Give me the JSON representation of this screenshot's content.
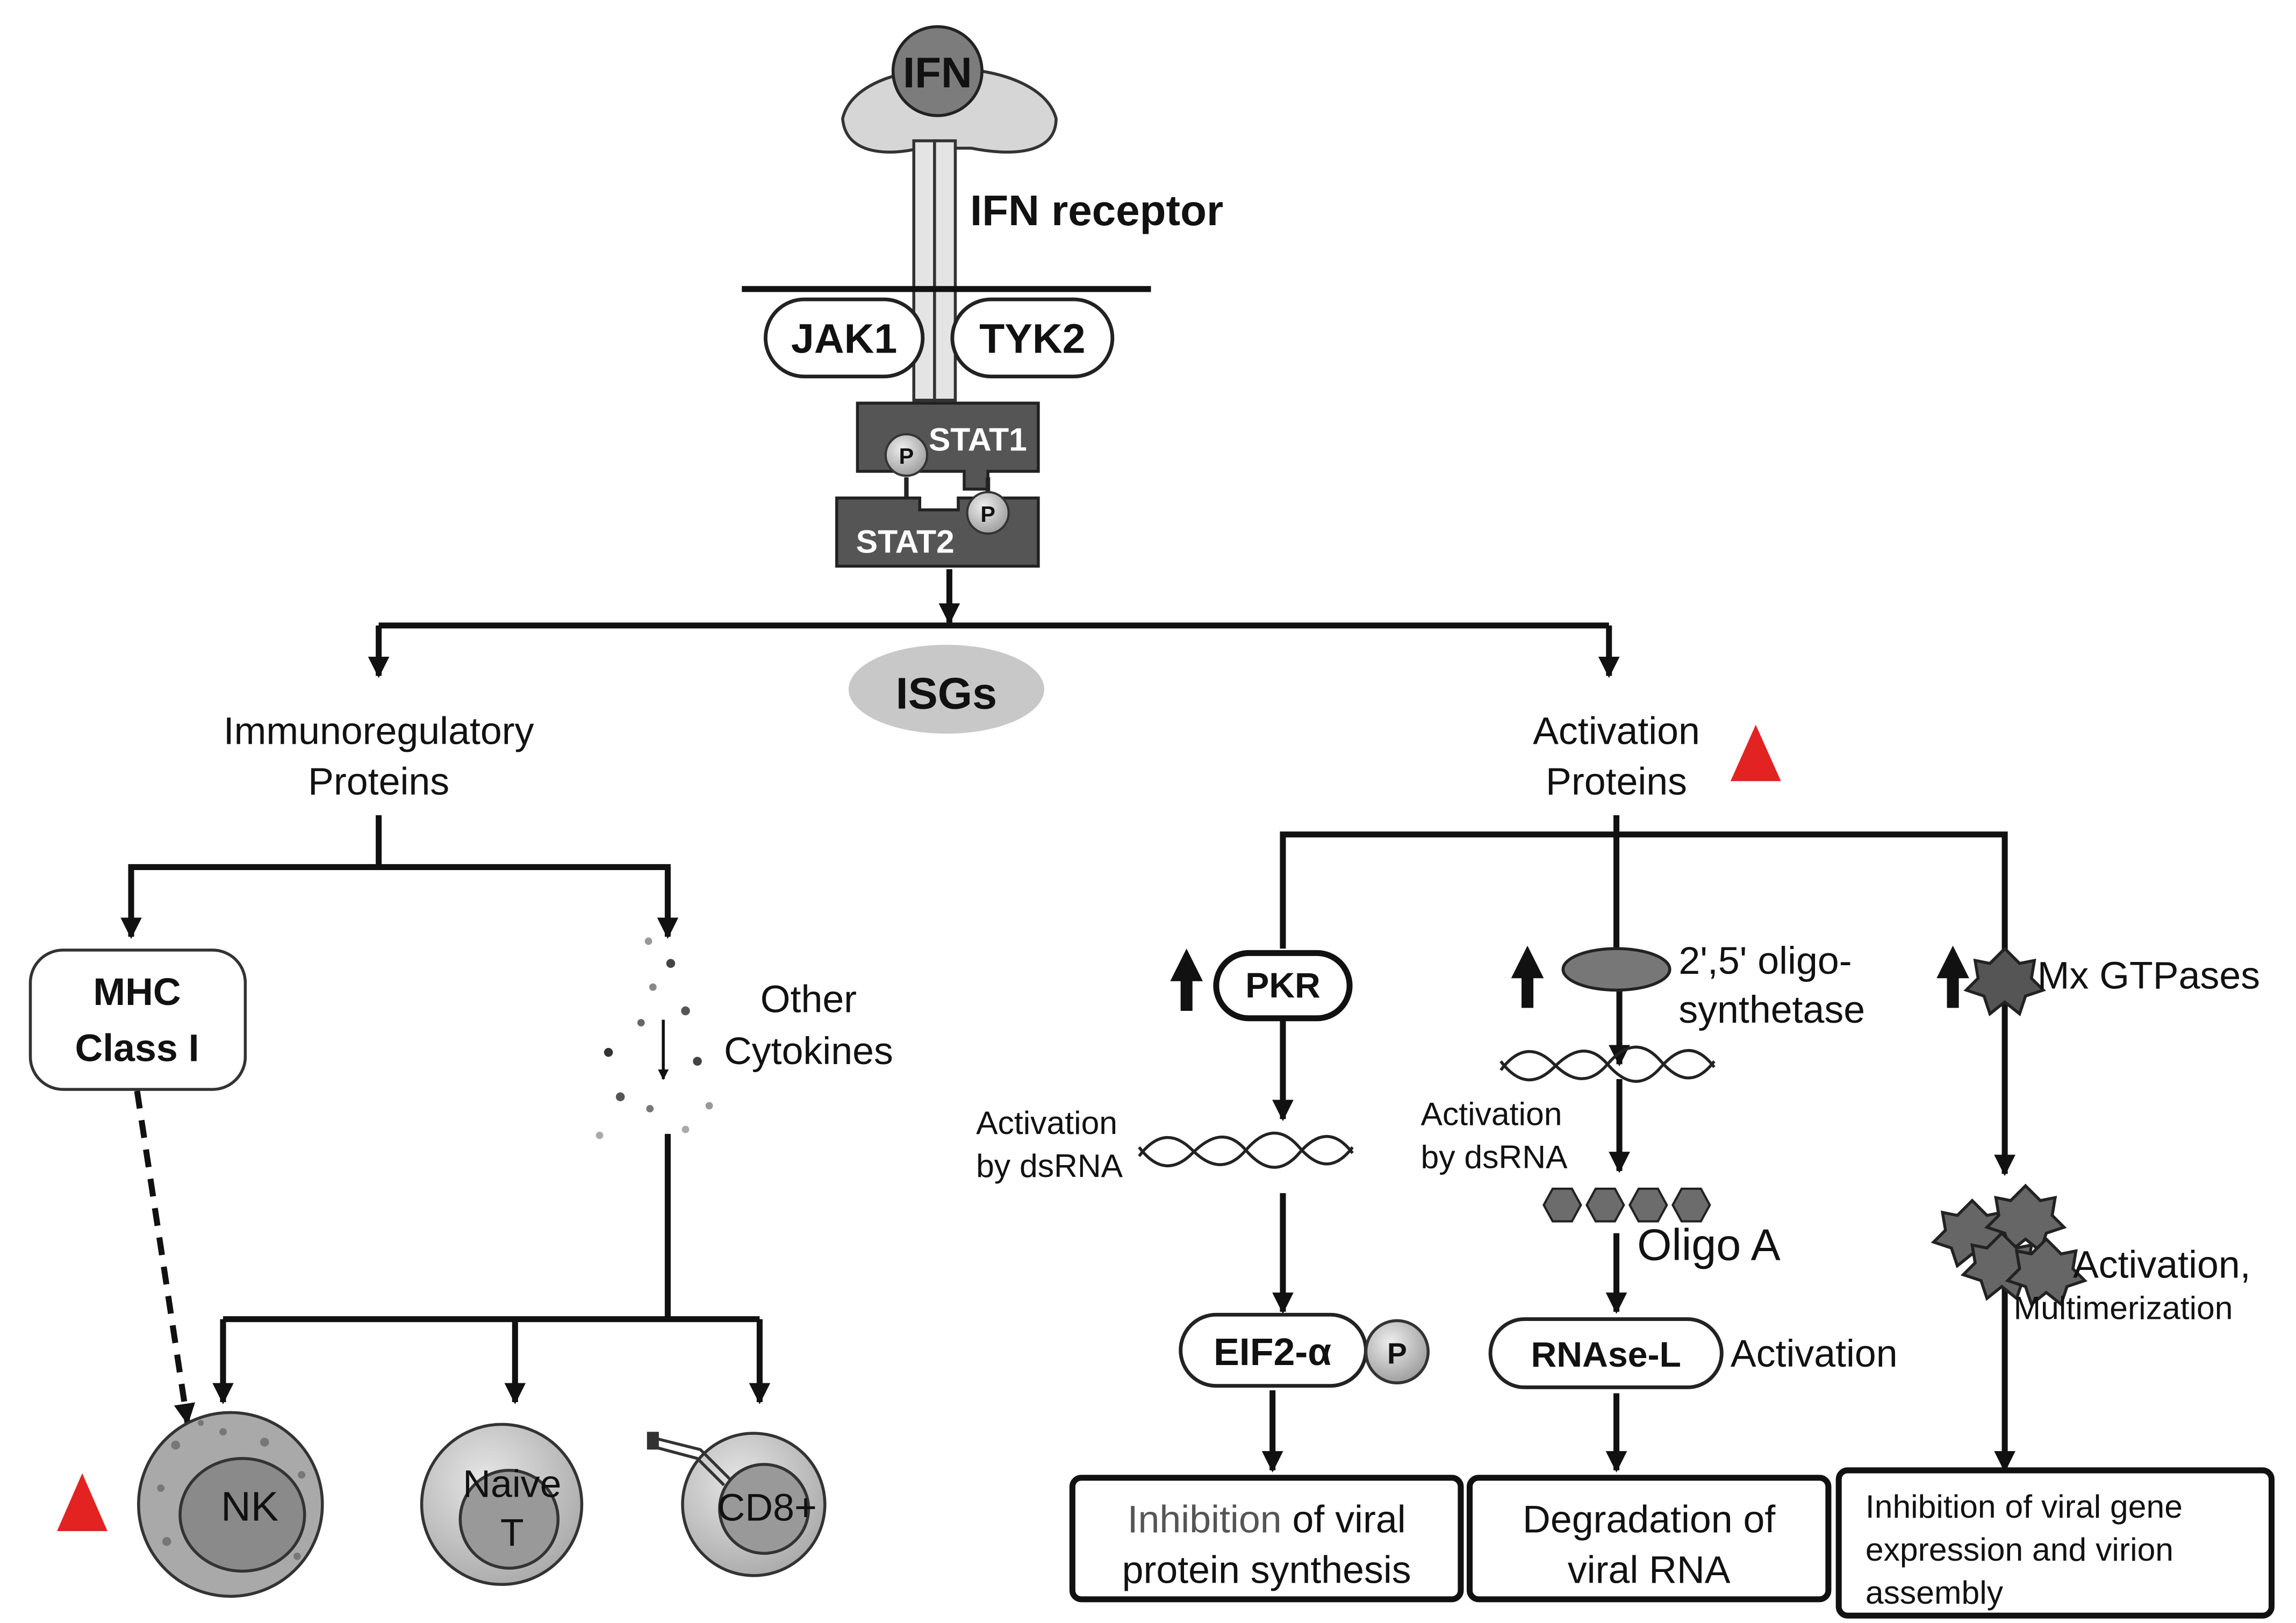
{
  "ligand": {
    "label": "IFN"
  },
  "receptor": {
    "label": "IFN receptor"
  },
  "kinases": {
    "jak1": "JAK1",
    "tyk2": "TYK2"
  },
  "stats": {
    "stat1": "STAT1",
    "stat2": "STAT2",
    "phospho": "P"
  },
  "isgs": {
    "label": "ISGs"
  },
  "immuno": {
    "line1": "Immunoregulatory",
    "line2": "Proteins",
    "mhc_line1": "MHC",
    "mhc_line2": "Class I",
    "cyto_line1": "Other",
    "cyto_line2": "Cytokines",
    "cells": {
      "nk": "NK",
      "naive_line1": "Naive",
      "naive_line2": "T",
      "cd8": "CD8+"
    }
  },
  "activation": {
    "line1": "Activation",
    "line2": "Proteins",
    "pkr": {
      "label": "PKR",
      "dsrna_line1": "Activation",
      "dsrna_line2": "by dsRNA",
      "eif_label": "EIF2-α",
      "phospho": "P",
      "outcome_part1": "Inhibition",
      "outcome_part2": "of viral",
      "outcome_line2": "protein synthesis"
    },
    "oas": {
      "line1": "2',5' oligo-",
      "line2": "synthetase",
      "dsrna_line1": "Activation",
      "dsrna_line2": "by dsRNA",
      "oligo_label": "Oligo A",
      "rnase_label": "RNAse-L",
      "rnase_activation": "Activation",
      "outcome_line1": "Degradation of",
      "outcome_line2": "viral RNA"
    },
    "mx": {
      "label": "Mx GTPases",
      "act_line1": "Activation,",
      "act_line2": "Multimerization",
      "outcome_line1": "Inhibition of viral gene",
      "outcome_line2": "expression and virion",
      "outcome_line3": "assembly"
    }
  },
  "colors": {
    "marker": "#e32222",
    "dark": "#555555",
    "mid": "#9a9a9a",
    "light": "#d4d4d4"
  }
}
